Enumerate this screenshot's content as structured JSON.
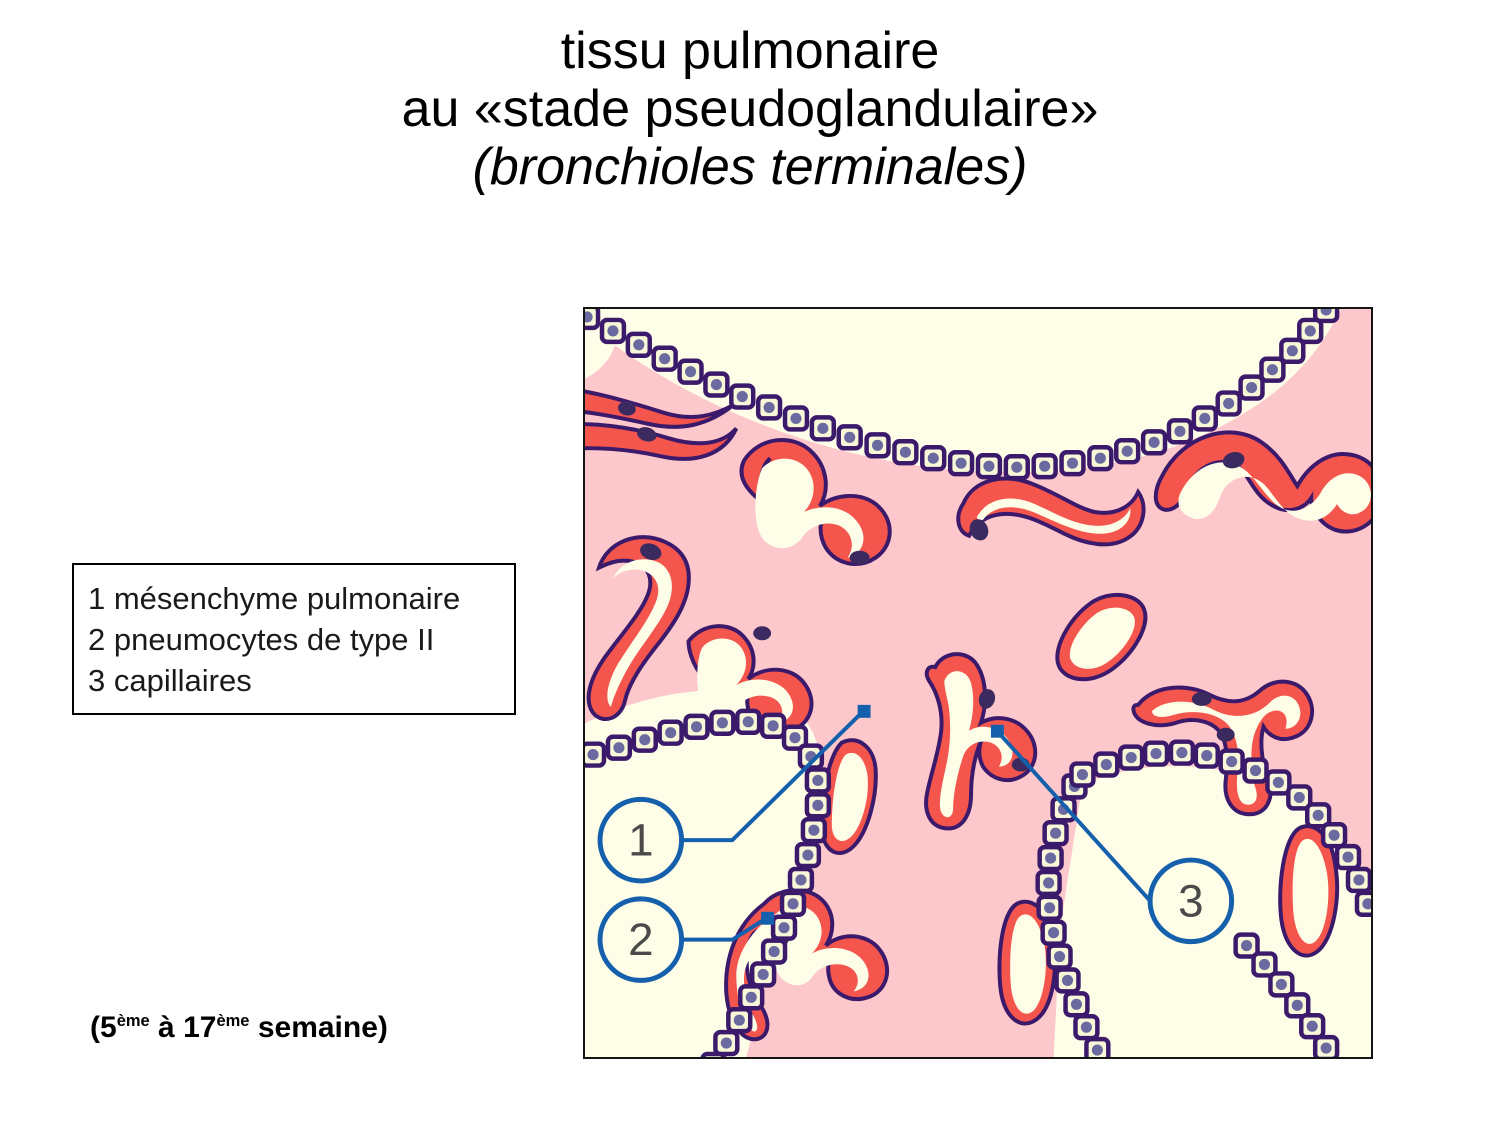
{
  "title": {
    "line1": "tissu pulmonaire",
    "line2": "au «stade pseudoglandulaire»",
    "line3": "(bronchioles terminales)"
  },
  "legend": {
    "items": [
      "1 mésenchyme pulmonaire",
      "2 pneumocytes de type II",
      "3 capillaires"
    ]
  },
  "caption": {
    "prefix": "(5",
    "sup1": "ème",
    "middle": " à 17",
    "sup2": "ème",
    "suffix": " semaine)"
  },
  "figure": {
    "callouts": [
      {
        "id": "1",
        "label": "1"
      },
      {
        "id": "2",
        "label": "2"
      },
      {
        "id": "3",
        "label": "3"
      }
    ],
    "colors": {
      "mesenchyme_pink": "#fcc8cc",
      "lumen_cream": "#fdfde8",
      "capillary_red": "#f4564e",
      "outline_purple": "#3b1a6b",
      "nucleus_slate": "#6a6aa0",
      "epithelium_cream": "#f8f8d8",
      "callout_blue": "#1560ac",
      "frame_black": "#141414"
    }
  }
}
